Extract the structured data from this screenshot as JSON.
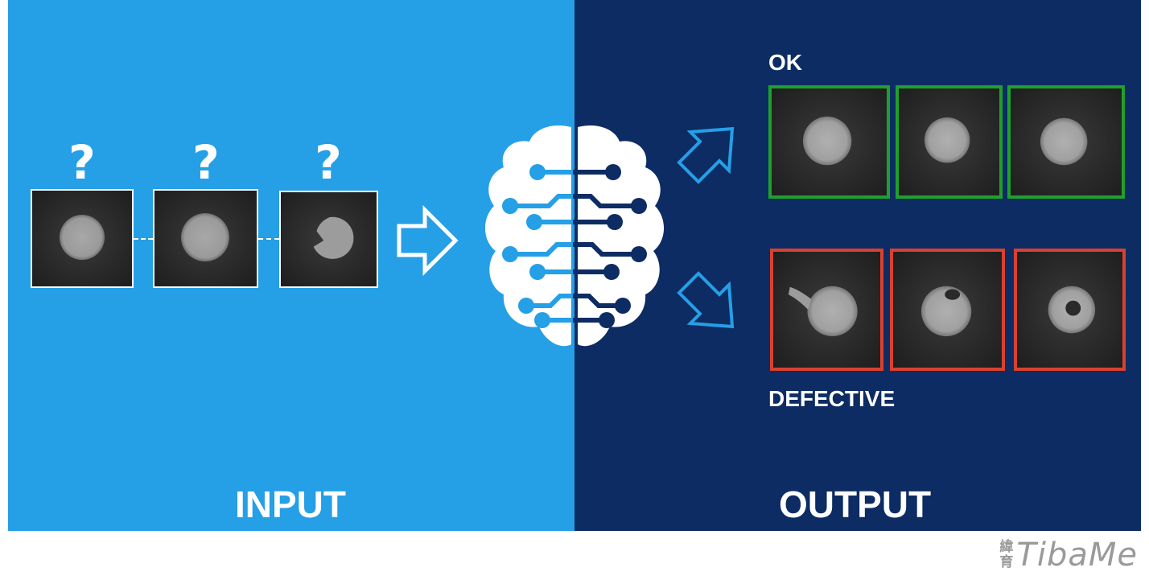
{
  "input_section": {
    "label": "INPUT",
    "question_marks": [
      "?",
      "?",
      "?"
    ],
    "samples": [
      "unknown-sample",
      "unknown-sample",
      "unknown-sample-notched"
    ]
  },
  "output_section": {
    "label": "OUTPUT",
    "ok_label": "OK",
    "defective_label": "DEFECTIVE",
    "ok_samples": [
      "round-particle",
      "round-particle",
      "round-particle"
    ],
    "defective_samples": [
      "particle-with-tail",
      "particle-with-void",
      "particle-with-hole"
    ]
  },
  "center": {
    "icon": "brain-circuit-icon"
  },
  "watermark": {
    "glyph_top": "緯",
    "glyph_bottom": "育",
    "text": "TibaMe"
  },
  "colors": {
    "input_bg": "#259fe6",
    "output_bg": "#0c2c63",
    "ok_border": "#1fa02d",
    "defective_border": "#d9412e",
    "text": "#ffffff"
  }
}
